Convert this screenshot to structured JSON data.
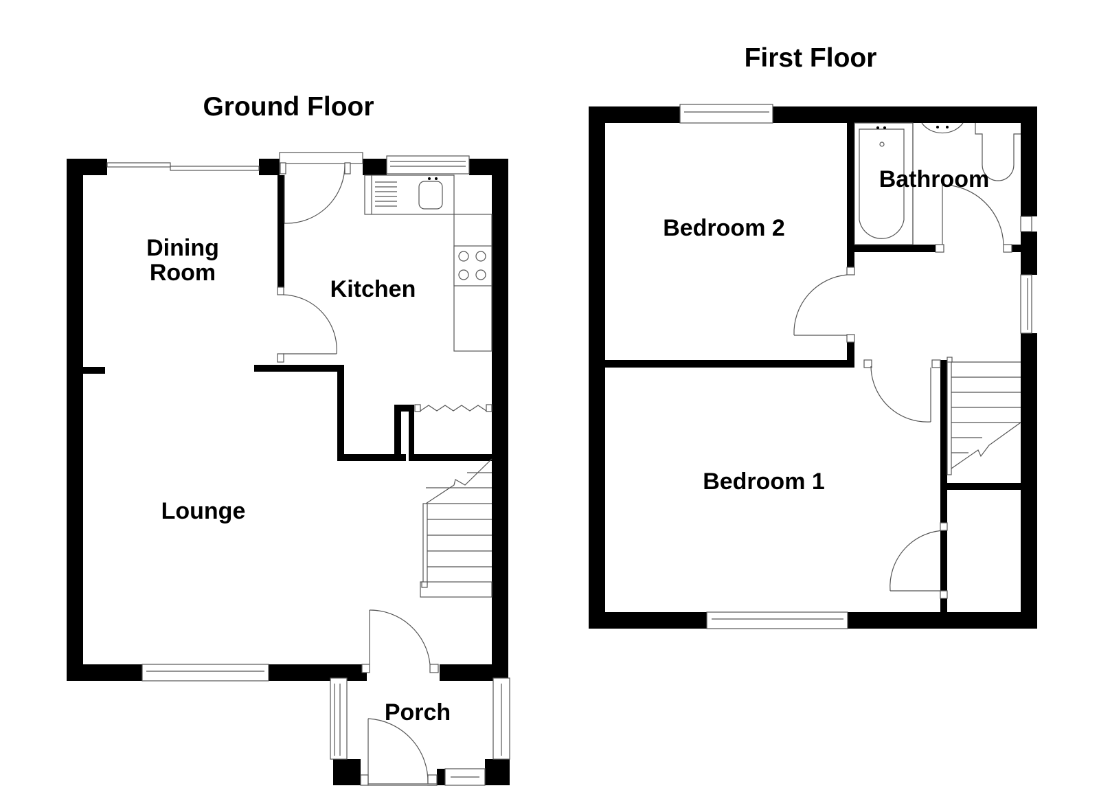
{
  "floors": [
    {
      "title": "Ground Floor",
      "rooms": [
        {
          "name": "Dining Room",
          "lines": [
            "Dining",
            "Room"
          ]
        },
        {
          "name": "Kitchen",
          "lines": [
            "Kitchen"
          ]
        },
        {
          "name": "Lounge",
          "lines": [
            "Lounge"
          ]
        },
        {
          "name": "Porch",
          "lines": [
            "Porch"
          ]
        }
      ]
    },
    {
      "title": "First Floor",
      "rooms": [
        {
          "name": "Bedroom 2",
          "lines": [
            "Bedroom 2"
          ]
        },
        {
          "name": "Bathroom",
          "lines": [
            "Bathroom"
          ]
        },
        {
          "name": "Bedroom 1",
          "lines": [
            "Bedroom 1"
          ]
        }
      ]
    }
  ],
  "colors": {
    "wall": "#000000",
    "fixture_line": "#555555",
    "background": "#ffffff"
  }
}
